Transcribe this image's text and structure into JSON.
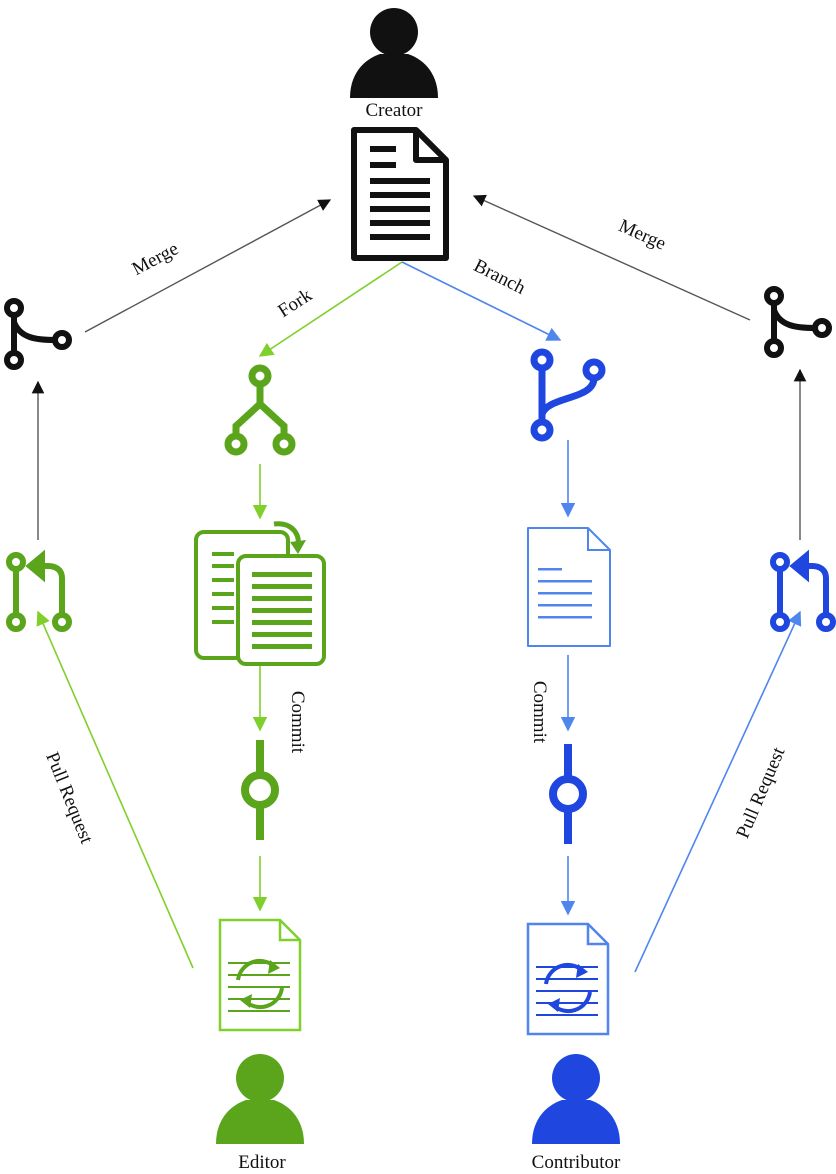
{
  "labels": {
    "creator": "Creator",
    "editor": "Editor",
    "contributor": "Contributor",
    "merge_left": "Merge",
    "merge_right": "Merge",
    "fork": "Fork",
    "branch": "Branch",
    "commit_left": "Commit",
    "commit_right": "Commit",
    "pull_request_left": "Pull Request",
    "pull_request_right": "Pull Request"
  },
  "colors": {
    "black": "#111111",
    "green": "#5aa51c",
    "green_light": "#7fd02c",
    "blue": "#1f47e0",
    "blue_light": "#4f86ee",
    "gray_line": "#555555"
  },
  "icons": {
    "creator": "person-icon",
    "creator_document": "document-icon",
    "merge_left": "merge-icon",
    "merge_right": "merge-icon",
    "fork": "fork-icon",
    "branch": "branch-icon",
    "commit_documents": "copy-documents-icon",
    "contributor_document": "document-icon",
    "commit_left": "commit-icon",
    "commit_right": "commit-icon",
    "pull_request_left": "pull-request-icon",
    "pull_request_right": "pull-request-icon",
    "editor_sync_document": "sync-document-icon",
    "contributor_sync_document": "sync-document-icon",
    "editor": "person-icon",
    "contributor": "person-icon"
  }
}
